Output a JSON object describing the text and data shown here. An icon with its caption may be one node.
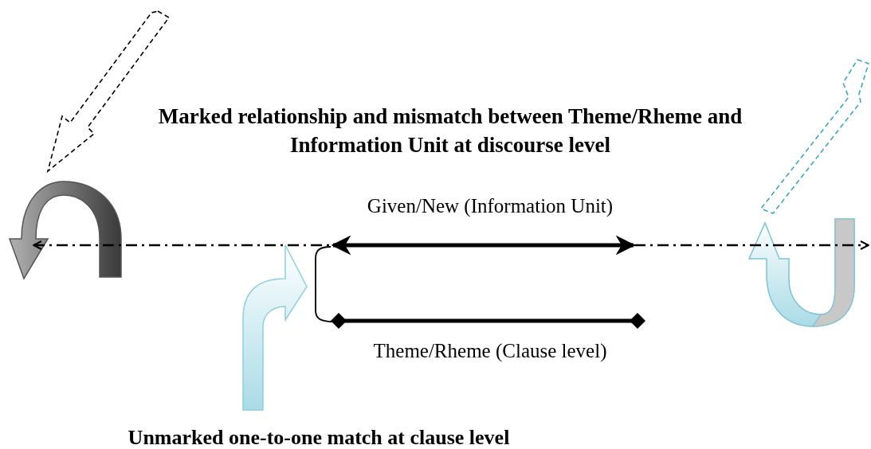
{
  "diagram": {
    "labels": [
      "Marked relationship and mismatch between Theme/Rheme and Information Unit at discourse level",
      "Given/New (Information Unit)",
      "Theme/Rheme (Clause level)",
      "Unmarked one-to-one match at clause level"
    ]
  }
}
